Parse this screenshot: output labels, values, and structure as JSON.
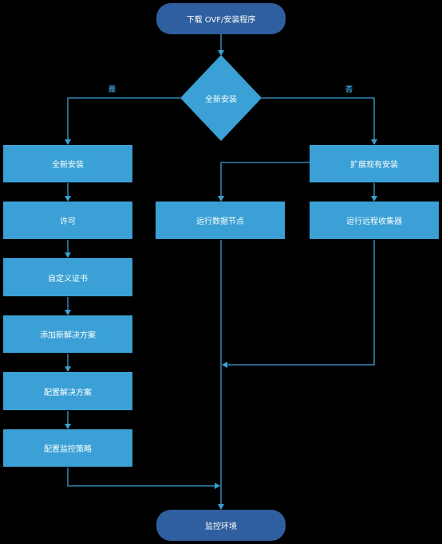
{
  "diagram": {
    "start": "下载 OVF/安装程序",
    "decision": "全新安装",
    "branch_yes": "是",
    "branch_no": "否",
    "left_steps": [
      "全新安装",
      "许可",
      "自定义证书",
      "添加新解决方案",
      "配置解决方案",
      "配置监控策略"
    ],
    "expand": "扩展现有安装",
    "data_node": "运行数据节点",
    "remote_collector": "运行远程收集器",
    "end": "监控环境"
  },
  "colors": {
    "background": "#000000",
    "box": "#3aa0d5",
    "terminal": "#2f5f9e",
    "line": "#3aa0d5",
    "text": "#ffffff"
  }
}
